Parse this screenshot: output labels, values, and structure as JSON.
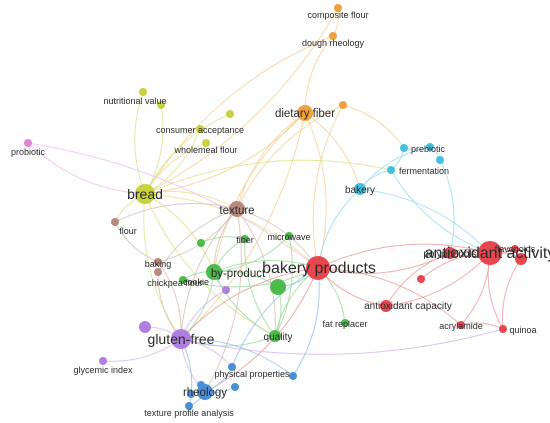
{
  "network": {
    "clusters": {
      "red": {
        "color": "#e8474f",
        "edge": "#ef9a9e"
      },
      "green": {
        "color": "#4cbb4a",
        "edge": "#9bd99a"
      },
      "blue": {
        "color": "#4b8fd6",
        "edge": "#96c0ea"
      },
      "yellow": {
        "color": "#c8d23c",
        "edge": "#dde48a"
      },
      "purple": {
        "color": "#b07ee0",
        "edge": "#d2b6ef"
      },
      "cyan": {
        "color": "#43c2dd",
        "edge": "#96dcec"
      },
      "orange": {
        "color": "#f0a23a",
        "edge": "#f6cf93"
      },
      "brown": {
        "color": "#b88a7e",
        "edge": "#d8bdb6"
      },
      "pink": {
        "color": "#e082d6",
        "edge": "#eec0e9"
      }
    },
    "nodes": [
      {
        "id": "composite-flour",
        "label": "composite flour",
        "cluster": "orange",
        "weight": 1
      },
      {
        "id": "dough-rheology",
        "label": "dough rheology",
        "cluster": "orange",
        "weight": 1
      },
      {
        "id": "dietary-fiber",
        "label": "dietary fiber",
        "cluster": "orange",
        "weight": 3
      },
      {
        "id": "orange-dot",
        "label": "",
        "cluster": "orange",
        "weight": 1
      },
      {
        "id": "nutritional-value",
        "label": "nutritional value",
        "cluster": "yellow",
        "weight": 1
      },
      {
        "id": "consumer-acceptance",
        "label": "consumer acceptance",
        "cluster": "yellow",
        "weight": 1
      },
      {
        "id": "wholemeal-flour",
        "label": "wholemeal flour",
        "cluster": "yellow",
        "weight": 1
      },
      {
        "id": "bread",
        "label": "bread",
        "cluster": "yellow",
        "weight": 4
      },
      {
        "id": "yellow-top",
        "label": "",
        "cluster": "yellow",
        "weight": 1
      },
      {
        "id": "yellow-mid",
        "label": "",
        "cluster": "yellow",
        "weight": 1
      },
      {
        "id": "probiotic",
        "label": "probiotic",
        "cluster": "pink",
        "weight": 1
      },
      {
        "id": "texture",
        "label": "texture",
        "cluster": "brown",
        "weight": 3
      },
      {
        "id": "flour",
        "label": "flour",
        "cluster": "brown",
        "weight": 1
      },
      {
        "id": "baking",
        "label": "baking",
        "cluster": "brown",
        "weight": 1
      },
      {
        "id": "chickpea-flour",
        "label": "chickpea flour",
        "cluster": "brown",
        "weight": 1
      },
      {
        "id": "prebiotic",
        "label": "prebiotic",
        "cluster": "cyan",
        "weight": 1
      },
      {
        "id": "fermentation",
        "label": "fermentation",
        "cluster": "cyan",
        "weight": 1
      },
      {
        "id": "bakery",
        "label": "bakery",
        "cluster": "cyan",
        "weight": 2
      },
      {
        "id": "cyan-a",
        "label": "",
        "cluster": "cyan",
        "weight": 1
      },
      {
        "id": "cyan-b",
        "label": "",
        "cluster": "cyan",
        "weight": 1
      },
      {
        "id": "fiber",
        "label": "fiber",
        "cluster": "green",
        "weight": 1
      },
      {
        "id": "microwave",
        "label": "microwave",
        "cluster": "green",
        "weight": 1
      },
      {
        "id": "by-product",
        "label": "by-product",
        "cluster": "green",
        "weight": 3
      },
      {
        "id": "cookie",
        "label": "cookie",
        "cluster": "green",
        "weight": 1
      },
      {
        "id": "quality",
        "label": "quality",
        "cluster": "green",
        "weight": 2
      },
      {
        "id": "fat-replacer",
        "label": "fat replacer",
        "cluster": "green",
        "weight": 1
      },
      {
        "id": "green-a",
        "label": "",
        "cluster": "green",
        "weight": 1
      },
      {
        "id": "green-b",
        "label": "",
        "cluster": "green",
        "weight": 3
      },
      {
        "id": "bakery-products",
        "label": "bakery products",
        "cluster": "red",
        "weight": 5
      },
      {
        "id": "antioxidant-capacity",
        "label": "antioxidant capacity",
        "cluster": "red",
        "weight": 2
      },
      {
        "id": "antioxidant-activity",
        "label": "antioxidant activity",
        "cluster": "red",
        "weight": 5
      },
      {
        "id": "polyphenols",
        "label": "polyphenols",
        "cluster": "red",
        "weight": 2
      },
      {
        "id": "flavonoids",
        "label": "flavonoids",
        "cluster": "red",
        "weight": 1
      },
      {
        "id": "acrylamide",
        "label": "acrylamide",
        "cluster": "red",
        "weight": 1
      },
      {
        "id": "quinoa",
        "label": "quinoa",
        "cluster": "red",
        "weight": 1
      },
      {
        "id": "red-a",
        "label": "",
        "cluster": "red",
        "weight": 1
      },
      {
        "id": "red-b",
        "label": "",
        "cluster": "red",
        "weight": 2
      },
      {
        "id": "gluten-free",
        "label": "gluten-free",
        "cluster": "purple",
        "weight": 4
      },
      {
        "id": "glycemic-index",
        "label": "glycemic index",
        "cluster": "purple",
        "weight": 1
      },
      {
        "id": "purple-a",
        "label": "",
        "cluster": "purple",
        "weight": 2
      },
      {
        "id": "purple-b",
        "label": "",
        "cluster": "purple",
        "weight": 1
      },
      {
        "id": "physical-properties",
        "label": "physical properties",
        "cluster": "blue",
        "weight": 1
      },
      {
        "id": "rheology",
        "label": "rheology",
        "cluster": "blue",
        "weight": 3
      },
      {
        "id": "texture-profile-analysis",
        "label": "texture profile analysis",
        "cluster": "blue",
        "weight": 1
      },
      {
        "id": "blue-a",
        "label": "",
        "cluster": "blue",
        "weight": 1
      },
      {
        "id": "blue-b",
        "label": "",
        "cluster": "blue",
        "weight": 1
      },
      {
        "id": "blue-c",
        "label": "",
        "cluster": "blue",
        "weight": 1
      },
      {
        "id": "blue-d",
        "label": "",
        "cluster": "blue",
        "weight": 1
      }
    ],
    "edges": [
      [
        "composite-flour",
        "dough-rheology"
      ],
      [
        "dough-rheology",
        "dietary-fiber"
      ],
      [
        "composite-flour",
        "bread"
      ],
      [
        "dough-rheology",
        "bread"
      ],
      [
        "dietary-fiber",
        "bread"
      ],
      [
        "dietary-fiber",
        "texture"
      ],
      [
        "dietary-fiber",
        "bakery"
      ],
      [
        "dietary-fiber",
        "by-product"
      ],
      [
        "dietary-fiber",
        "bakery-products"
      ],
      [
        "orange-dot",
        "bakery-products"
      ],
      [
        "orange-dot",
        "prebiotic"
      ],
      [
        "orange-dot",
        "texture"
      ],
      [
        "dietary-fiber",
        "gluten-free"
      ],
      [
        "nutritional-value",
        "bread"
      ],
      [
        "consumer-acceptance",
        "bread"
      ],
      [
        "wholemeal-flour",
        "bread"
      ],
      [
        "yellow-top",
        "bread"
      ],
      [
        "yellow-mid",
        "bread"
      ],
      [
        "bread",
        "texture"
      ],
      [
        "bread",
        "flour"
      ],
      [
        "bread",
        "by-product"
      ],
      [
        "bread",
        "gluten-free"
      ],
      [
        "bread",
        "bakery-products"
      ],
      [
        "bread",
        "quality"
      ],
      [
        "bread",
        "fermentation"
      ],
      [
        "probiotic",
        "bread"
      ],
      [
        "probiotic",
        "bakery-products"
      ],
      [
        "texture",
        "flour"
      ],
      [
        "texture",
        "baking"
      ],
      [
        "texture",
        "by-product"
      ],
      [
        "texture",
        "bakery-products"
      ],
      [
        "texture",
        "gluten-free"
      ],
      [
        "texture",
        "quality"
      ],
      [
        "texture",
        "chickpea-flour"
      ],
      [
        "texture",
        "rheology"
      ],
      [
        "flour",
        "baking"
      ],
      [
        "baking",
        "gluten-free"
      ],
      [
        "chickpea-flour",
        "gluten-free"
      ],
      [
        "prebiotic",
        "fermentation"
      ],
      [
        "prebiotic",
        "cyan-a"
      ],
      [
        "cyan-a",
        "cyan-b"
      ],
      [
        "fermentation",
        "bakery"
      ],
      [
        "bakery",
        "cyan-a"
      ],
      [
        "bakery",
        "bakery-products"
      ],
      [
        "bakery",
        "antioxidant-activity"
      ],
      [
        "fermentation",
        "antioxidant-activity"
      ],
      [
        "cyan-b",
        "polyphenols"
      ],
      [
        "fiber",
        "by-product"
      ],
      [
        "microwave",
        "by-product"
      ],
      [
        "by-product",
        "cookie"
      ],
      [
        "by-product",
        "bakery-products"
      ],
      [
        "by-product",
        "quality"
      ],
      [
        "by-product",
        "gluten-free"
      ],
      [
        "green-b",
        "bakery-products"
      ],
      [
        "green-b",
        "quality"
      ],
      [
        "green-b",
        "by-product"
      ],
      [
        "green-a",
        "fiber"
      ],
      [
        "cookie",
        "bakery-products"
      ],
      [
        "quality",
        "gluten-free"
      ],
      [
        "fat-replacer",
        "bakery-products"
      ],
      [
        "quality",
        "bakery-products"
      ],
      [
        "bakery-products",
        "antioxidant-capacity"
      ],
      [
        "bakery-products",
        "antioxidant-activity"
      ],
      [
        "bakery-products",
        "polyphenols"
      ],
      [
        "bakery-products",
        "acrylamide"
      ],
      [
        "bakery-products",
        "gluten-free"
      ],
      [
        "bakery-products",
        "rheology"
      ],
      [
        "antioxidant-capacity",
        "antioxidant-activity"
      ],
      [
        "antioxidant-capacity",
        "polyphenols"
      ],
      [
        "antioxidant-activity",
        "polyphenols"
      ],
      [
        "antioxidant-activity",
        "flavonoids"
      ],
      [
        "antioxidant-activity",
        "quinoa"
      ],
      [
        "antioxidant-activity",
        "acrylamide"
      ],
      [
        "antioxidant-activity",
        "red-a"
      ],
      [
        "antioxidant-activity",
        "red-b"
      ],
      [
        "polyphenols",
        "flavonoids"
      ],
      [
        "acrylamide",
        "quinoa"
      ],
      [
        "red-b",
        "quinoa"
      ],
      [
        "gluten-free",
        "glycemic-index"
      ],
      [
        "gluten-free",
        "purple-a"
      ],
      [
        "gluten-free",
        "purple-b"
      ],
      [
        "gluten-free",
        "rheology"
      ],
      [
        "gluten-free",
        "physical-properties"
      ],
      [
        "gluten-free",
        "quinoa"
      ],
      [
        "purple-b",
        "by-product"
      ],
      [
        "rheology",
        "physical-properties"
      ],
      [
        "rheology",
        "texture-profile-analysis"
      ],
      [
        "rheology",
        "blue-a"
      ],
      [
        "rheology",
        "blue-b"
      ],
      [
        "blue-c",
        "bakery-products"
      ],
      [
        "blue-d",
        "rheology"
      ],
      [
        "blue-c",
        "gluten-free"
      ],
      [
        "physical-properties",
        "bakery-products"
      ],
      [
        "texture-profile-analysis",
        "gluten-free"
      ],
      [
        "microwave",
        "quality"
      ],
      [
        "fiber",
        "quality"
      ]
    ]
  }
}
